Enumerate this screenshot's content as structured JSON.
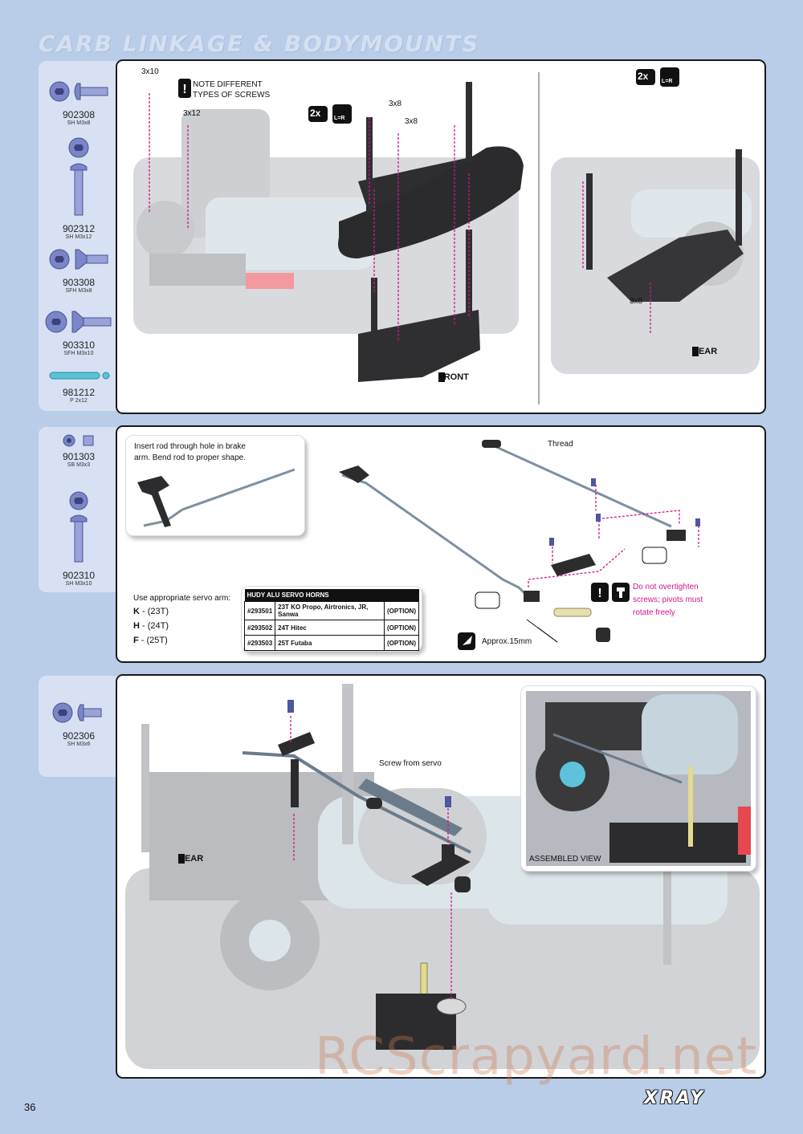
{
  "page": {
    "title": "CARB LINKAGE & BODYMOUNTS",
    "page_number": "36",
    "logo": "XRAY",
    "watermark": "RCScrapyard.net"
  },
  "section1": {
    "parts": [
      {
        "code": "902308",
        "spec": "SH M3x8"
      },
      {
        "code": "902312",
        "spec": "SH M3x12"
      },
      {
        "code": "903308",
        "spec": "SFH M3x8"
      },
      {
        "code": "903310",
        "spec": "SFH M3x10"
      },
      {
        "code": "981212",
        "spec": "P 2x12"
      }
    ],
    "labels": {
      "screw_3x10": "3x10",
      "screw_3x12": "3x12",
      "screw_3x8_a": "3x8",
      "screw_3x8_b": "3x8",
      "screw_3x8_c": "3x8",
      "note_line1": "NOTE DIFFERENT",
      "note_line2": "TYPES OF SCREWS",
      "qty_front": "2x",
      "qty_rear": "2x",
      "lr": "L=R",
      "front": "FRONT",
      "rear": "REAR"
    }
  },
  "section2": {
    "parts": [
      {
        "code": "901303",
        "spec": "SB M3x3"
      },
      {
        "code": "902310",
        "spec": "SH M3x10"
      }
    ],
    "insert_note_line1": "Insert rod through hole in brake",
    "insert_note_line2": "arm.  Bend rod to proper shape.",
    "servo_arm": {
      "heading": "Use appropriate servo arm:",
      "items": [
        {
          "letter": "K",
          "value": " - (23T)"
        },
        {
          "letter": "H",
          "value": " - (24T)"
        },
        {
          "letter": "F",
          "value": " - (25T)"
        }
      ]
    },
    "horns_table": {
      "header": "HUDY ALU SERVO HORNS",
      "rows": [
        {
          "code": "#293501",
          "desc": "23T KO Propo, Airtronics, JR, Sanwa",
          "opt": "(OPTION)"
        },
        {
          "code": "#293502",
          "desc": "24T Hitec",
          "opt": "(OPTION)"
        },
        {
          "code": "#293503",
          "desc": "25T Futaba",
          "opt": "(OPTION)"
        }
      ]
    },
    "thread": "Thread",
    "approx": "Approx.15mm",
    "warning_line1": "Do not overtighten",
    "warning_line2": "screws; pivots must",
    "warning_line3": "rotate freely"
  },
  "section3": {
    "parts": [
      {
        "code": "902306",
        "spec": "SH M3x6"
      }
    ],
    "screw_from_servo": "Screw from servo",
    "rear": "REAR",
    "assembled_view": "ASSEMBLED VIEW"
  },
  "colors": {
    "background": "#b9cde9",
    "tab": "#d8e1f3",
    "accent_magenta": "#d0168a"
  }
}
